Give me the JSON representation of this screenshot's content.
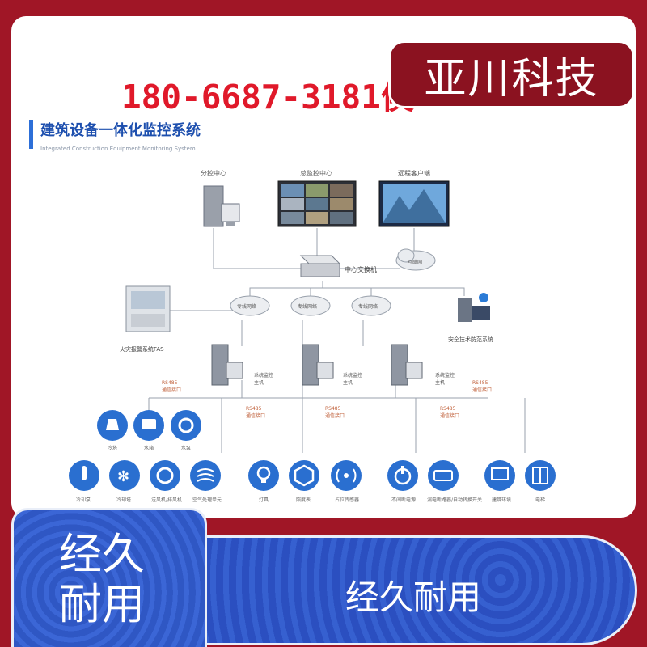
{
  "brand": {
    "name": "亚川科技"
  },
  "phone": "180-6687-3181侯",
  "diagram": {
    "title": "建筑设备一体化监控系统",
    "subtitle": "Integrated Construction Equipment Monitoring System",
    "top_nodes": [
      {
        "label": "分控中心",
        "icon": "workstation-icon"
      },
      {
        "label": "总监控中心",
        "icon": "video-wall-icon"
      },
      {
        "label": "远程客户端",
        "icon": "remote-display-icon"
      }
    ],
    "switch_label": "中心交换机",
    "cloud_right_label": "互联网",
    "clouds_mid": [
      "专线网络",
      "专线网络",
      "专线网络"
    ],
    "fas_label": "火灾报警系统FAS",
    "security_label": "安全技术防范系统",
    "hosts": [
      {
        "label1": "系统监控",
        "label2": "主机"
      },
      {
        "label1": "系统监控",
        "label2": "主机"
      },
      {
        "label1": "系统监控",
        "label2": "主机"
      }
    ],
    "rs485": [
      {
        "line1": "RS485",
        "line2": "通信接口"
      },
      {
        "line1": "RS485",
        "line2": "通信接口"
      },
      {
        "line1": "RS485",
        "line2": "通信接口"
      },
      {
        "line1": "RS485",
        "line2": "通信接口"
      },
      {
        "line1": "RS485",
        "line2": "通信接口"
      }
    ],
    "devices_row1": [
      {
        "label": "冷塔",
        "icon": "cooling-tower-icon"
      },
      {
        "label": "水箱",
        "icon": "water-tank-icon"
      },
      {
        "label": "水泵",
        "icon": "pump-icon"
      }
    ],
    "devices_row2": [
      {
        "label": "冷却泵",
        "icon": "thermometer-icon"
      },
      {
        "label": "冷却塔",
        "icon": "snowflake-icon"
      },
      {
        "label": "送风机/排风机",
        "icon": "fan-icon"
      },
      {
        "label": "空气处理单元",
        "icon": "air-handler-icon"
      },
      {
        "label": "灯具",
        "icon": "bulb-icon"
      },
      {
        "label": "照度表",
        "icon": "lux-meter-icon"
      },
      {
        "label": "占位传感器",
        "icon": "sensor-icon"
      },
      {
        "label": "不间断电源",
        "icon": "power-icon"
      },
      {
        "label": "漏电断路器/自动转换开关",
        "icon": "breaker-icon"
      },
      {
        "label": "建筑环境",
        "icon": "monitor-chart-icon"
      },
      {
        "label": "电梯",
        "icon": "elevator-icon"
      }
    ]
  },
  "banner": {
    "left_text_line1": "经久",
    "left_text_line2": "耐用",
    "right_text": "经久耐用"
  },
  "colors": {
    "frame": "#a01626",
    "accent_blue": "#2f57c4",
    "icon_blue": "#2a6fd0",
    "phone_red": "#e0192a"
  }
}
